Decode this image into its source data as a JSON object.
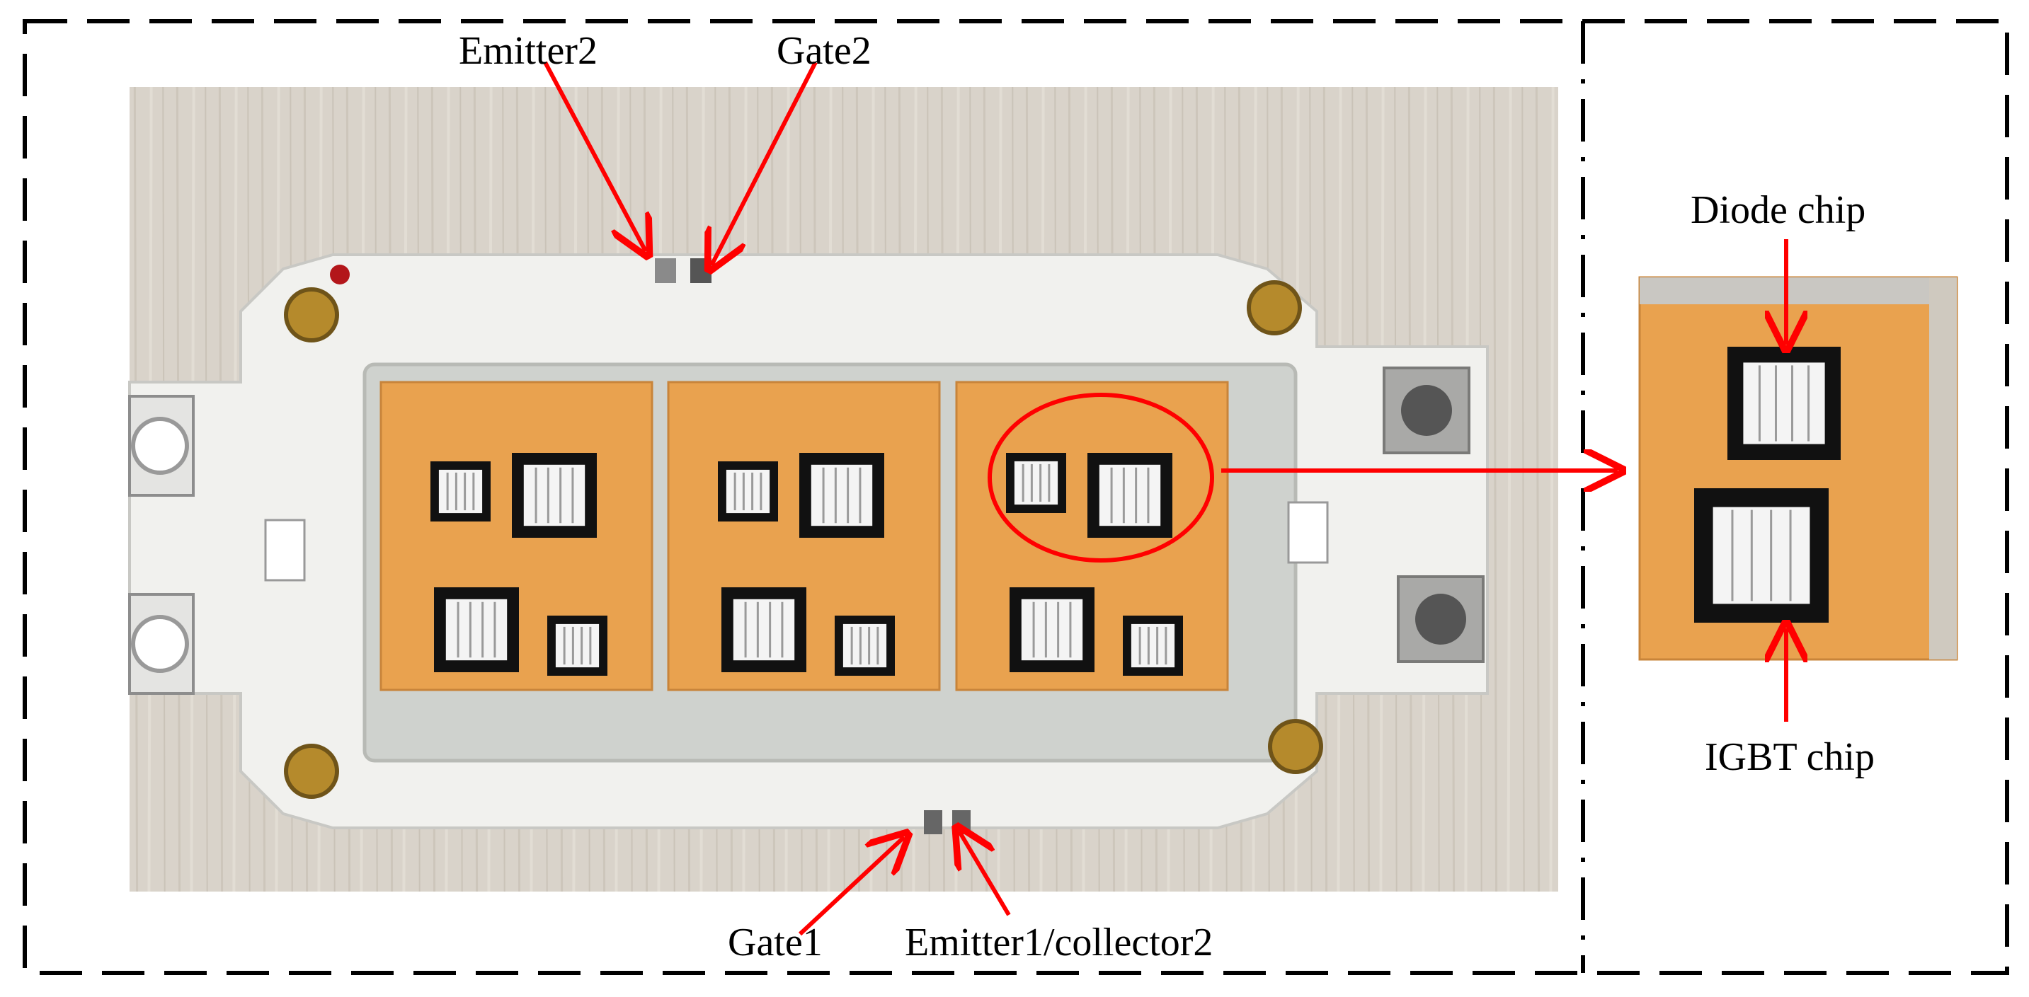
{
  "labels": {
    "emitter2": "Emitter2",
    "gate2": "Gate2",
    "gate1": "Gate1",
    "emitter1_collector2": "Emitter1/collector2",
    "diode_chip": "Diode chip",
    "igbt_chip": "IGBT chip"
  },
  "colors": {
    "frame_dash": "#000000",
    "arrow": "#ff0000",
    "table_bg": "#d9d3ca",
    "housing": "#f1f1ee",
    "substrate": "#e9a24f",
    "chip_frame": "#111111",
    "chip_face": "#f4f4f4",
    "terminal": "#8d8d8d",
    "bolt": "#b58a2c"
  }
}
